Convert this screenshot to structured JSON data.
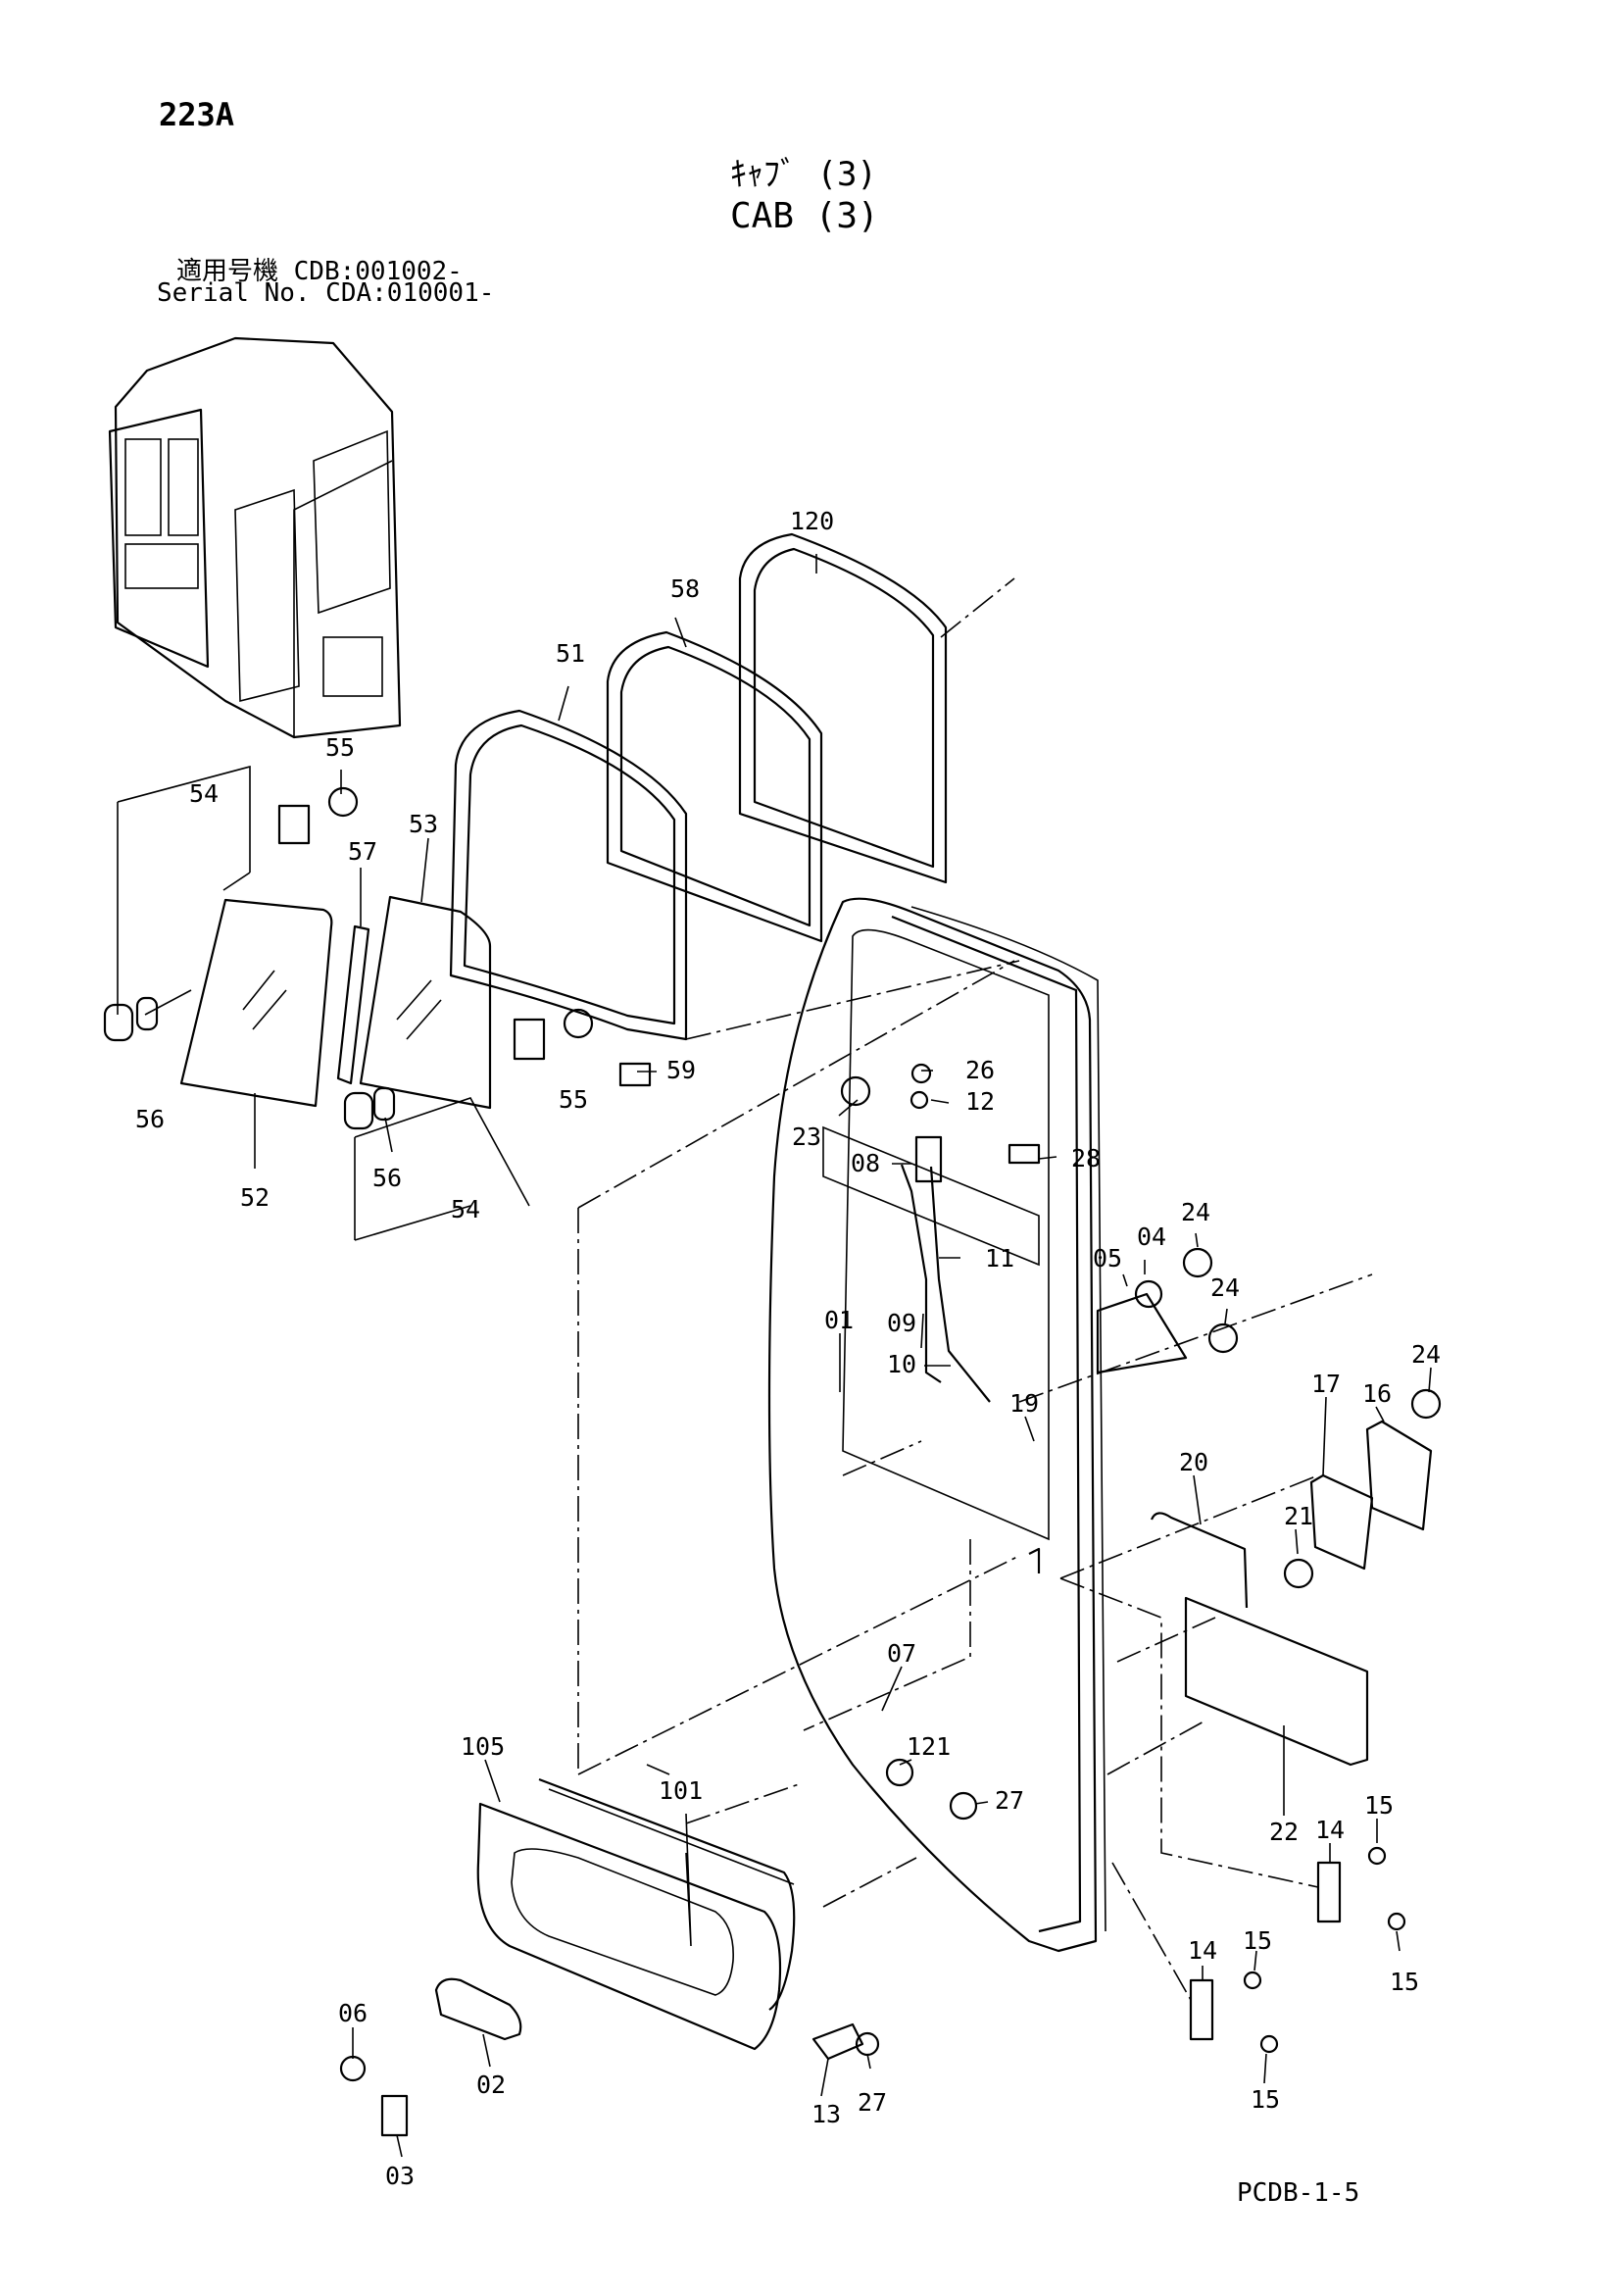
{
  "header": {
    "page_code": "223A",
    "title_jp": "ｷｬﾌﾞ (3)",
    "title_en": "CAB (3)",
    "serial_line_jp": "適用号機 CDB:001002-",
    "serial_line_en": "Serial No. CDA:010001-"
  },
  "callouts": [
    "120",
    "58",
    "51",
    "55",
    "54",
    "57",
    "53",
    "56",
    "52",
    "59",
    "26",
    "12",
    "23",
    "08",
    "28",
    "11",
    "04",
    "24",
    "05",
    "09",
    "10",
    "01",
    "19",
    "16",
    "17",
    "20",
    "21",
    "07",
    "121",
    "27",
    "22",
    "14",
    "15",
    "105",
    "101",
    "06",
    "02",
    "03",
    "13"
  ],
  "footer": {
    "page_ref": "PCDB-1-5"
  }
}
